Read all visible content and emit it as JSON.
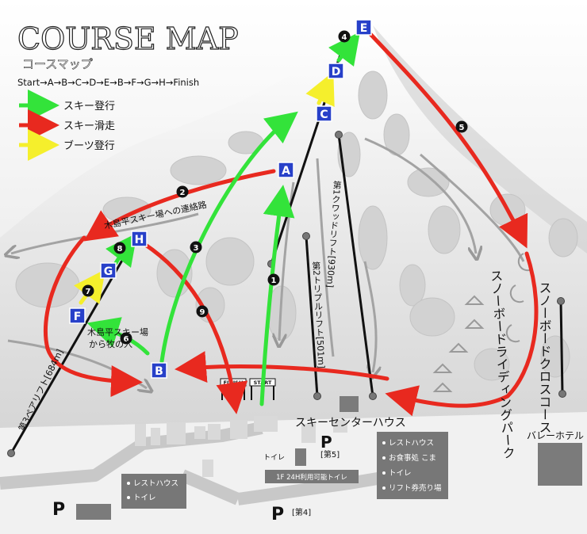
{
  "header": {
    "title": "COURSE MAP",
    "subtitle": "コースマップ",
    "route": "Start→A→B→C→D→E→B→F→G→H→Finish"
  },
  "legend": [
    {
      "label": "スキー登行",
      "color": "#33e33a"
    },
    {
      "label": "スキー滑走",
      "color": "#e8291f"
    },
    {
      "label": "ブーツ登行",
      "color": "#f5ef2c"
    }
  ],
  "checkpoints": [
    "A",
    "B",
    "C",
    "D",
    "E",
    "F",
    "G",
    "H"
  ],
  "steps": [
    "1",
    "2",
    "3",
    "4",
    "5",
    "6",
    "7",
    "8",
    "9"
  ],
  "gates": {
    "finish": "FINISH",
    "start": "START"
  },
  "lifts": {
    "lift1": "第1クワッドリフト[930m]",
    "lift2": "第2トリプルリフト[501m]",
    "lift3": "第3ペアリフト[684m]"
  },
  "areas": {
    "connection": "木島平スキー場への連絡路",
    "from_maki": "木島平スキー場から牧の入",
    "riding_park": "スノーボードライディングパーク",
    "cross_course": "スノーボードクロスコース"
  },
  "buildings": {
    "center_house": "スキーセンターハウス",
    "volley_hotel": "バレーホテル",
    "center_info": [
      "レストハウス",
      "お食事処 こま",
      "トイレ",
      "リフト券売り場"
    ],
    "left_info": [
      "レストハウス",
      "トイレ"
    ],
    "toilet_small": "トイレ",
    "toilet_24h": "1F 24H利用可能トイレ"
  },
  "parking": {
    "symbol": "P",
    "p5": "[第5]",
    "p4": "[第4]"
  }
}
